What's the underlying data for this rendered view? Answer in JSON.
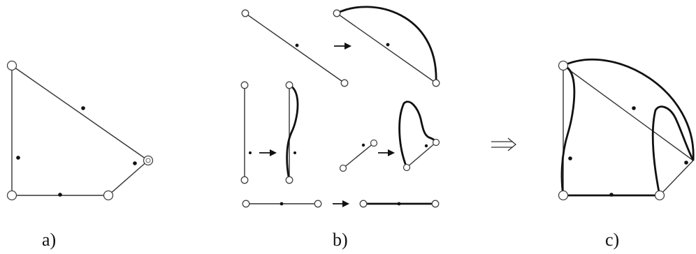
{
  "panels": [
    {
      "id": "a",
      "label": "a)"
    },
    {
      "id": "b",
      "label": "b)"
    },
    {
      "id": "c",
      "label": "c)"
    }
  ]
}
